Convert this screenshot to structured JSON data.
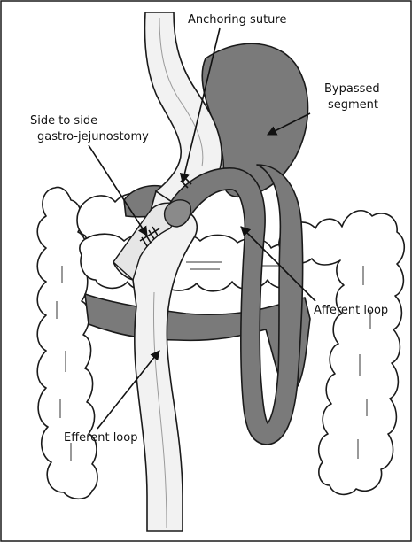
{
  "labels": {
    "anchoring_suture": "Anchoring suture",
    "bypassed_segment_line1": "Bypassed",
    "bypassed_segment_line2": "segment",
    "side_to_side_line1": "Side to side",
    "side_to_side_line2": "gastro-jejunostomy",
    "afferent_loop": "Afferent loop",
    "efferent_loop": "Efferent loop"
  },
  "colors": {
    "organ_gray": "#7a7a7a",
    "outline": "#1a1a1a",
    "tube_white": "#f2f2f2"
  }
}
